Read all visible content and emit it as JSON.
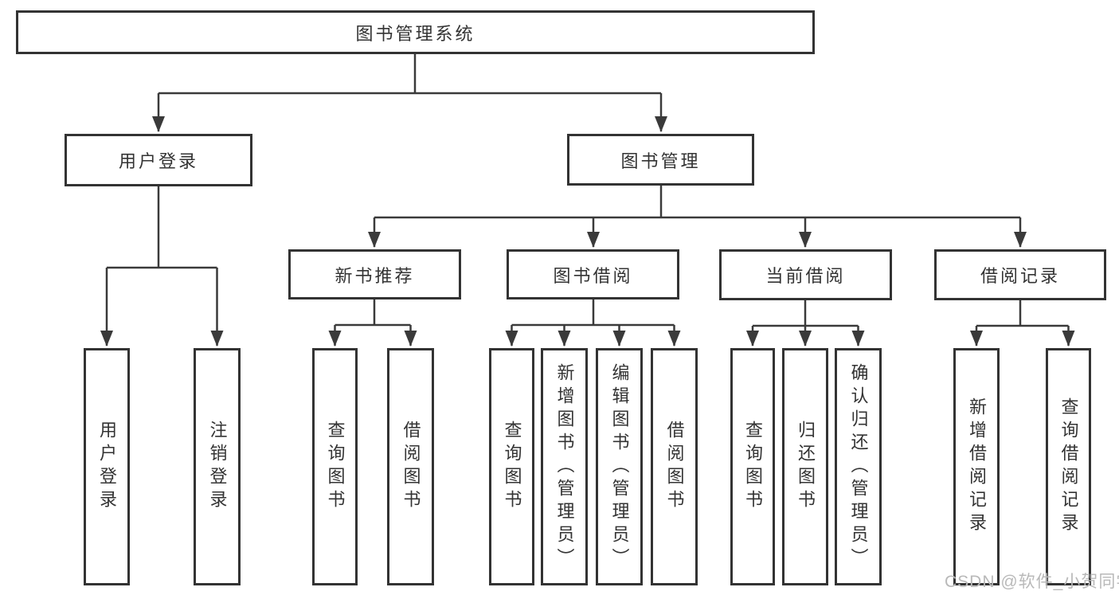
{
  "diagram": {
    "root": {
      "label": "图书管理系统"
    },
    "branches": [
      {
        "label": "用户登录",
        "children": [
          {
            "label": "用户登录"
          },
          {
            "label": "注销登录"
          }
        ]
      },
      {
        "label": "图书管理",
        "children": [
          {
            "label": "新书推荐",
            "children": [
              {
                "label": "查询图书"
              },
              {
                "label": "借阅图书"
              }
            ]
          },
          {
            "label": "图书借阅",
            "children": [
              {
                "label": "查询图书"
              },
              {
                "label": "新增图书（管理员）"
              },
              {
                "label": "编辑图书（管理员）"
              },
              {
                "label": "借阅图书"
              }
            ]
          },
          {
            "label": "当前借阅",
            "children": [
              {
                "label": "查询图书"
              },
              {
                "label": "归还图书"
              },
              {
                "label": "确认归还（管理员）"
              }
            ]
          },
          {
            "label": "借阅记录",
            "children": [
              {
                "label": "新增借阅记录"
              },
              {
                "label": "查询借阅记录"
              }
            ]
          }
        ]
      }
    ],
    "colors": {
      "line": "#3a3a3a",
      "box_border": "#333333",
      "text": "#333333",
      "watermark": "#b9b9b9",
      "background": "#ffffff"
    },
    "watermark": "CSDN @软件_小贺同学"
  }
}
